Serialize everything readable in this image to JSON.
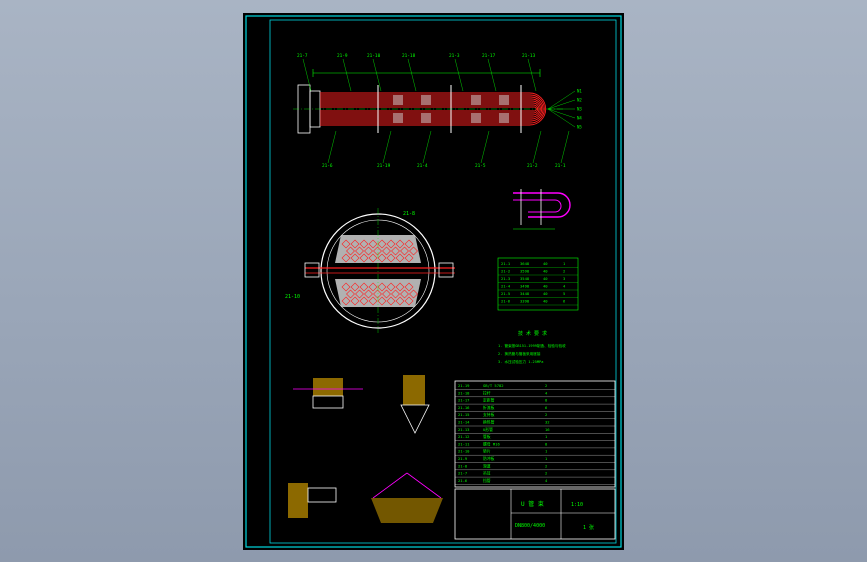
{
  "colors": {
    "background": "#9aa6b8",
    "sheet": "#000000",
    "frame": "#00d8e0",
    "annotation": "#00ff00",
    "tube": "#ff2020",
    "accent": "#ff00ff",
    "outline": "#ffffff",
    "fill": "#d0d0d0",
    "hatch": "#ffc000"
  },
  "callouts_top": [
    "21-7",
    "21-9",
    "21-10",
    "21-18",
    "21-3",
    "21-17",
    "21-13"
  ],
  "callouts_bottom": [
    "21-6",
    "21-19",
    "21-4",
    "21-5",
    "21-2",
    "21-1"
  ],
  "nozzle_labels": [
    "N1",
    "N2",
    "N3",
    "N4",
    "N5"
  ],
  "section_tags": [
    "21-10",
    "21-8"
  ],
  "table_small": {
    "rows": [
      [
        "21-1",
        "3648",
        "40",
        "1"
      ],
      [
        "21-2",
        "3598",
        "40",
        "2"
      ],
      [
        "21-3",
        "3548",
        "40",
        "3"
      ],
      [
        "21-4",
        "3498",
        "40",
        "4"
      ],
      [
        "21-5",
        "3448",
        "40",
        "5"
      ],
      [
        "21-6",
        "3398",
        "40",
        "6"
      ]
    ]
  },
  "notes_title": "技 术 要 求",
  "notes": [
    "1. 管束按GB151-1999制造、检验与验收",
    "2. 换热管与管板采用胀接",
    "3. 水压试验压力 1.25MPa"
  ],
  "bom_rows": [
    [
      "21-19",
      "GB/T 5782",
      "2"
    ],
    [
      "21-18",
      "拉杆",
      "4"
    ],
    [
      "21-17",
      "定距管",
      "8"
    ],
    [
      "21-16",
      "折流板",
      "6"
    ],
    [
      "21-15",
      "支持板",
      "2"
    ],
    [
      "21-14",
      "换热管",
      "32"
    ],
    [
      "21-13",
      "U形管",
      "16"
    ],
    [
      "21-12",
      "管板",
      "1"
    ],
    [
      "21-11",
      "螺母 M16",
      "8"
    ],
    [
      "21-10",
      "垫片",
      "1"
    ],
    [
      "21-9",
      "防冲板",
      "1"
    ],
    [
      "21-8",
      "滑道",
      "2"
    ],
    [
      "21-7",
      "吊耳",
      "2"
    ],
    [
      "21-6",
      "挡管",
      "4"
    ]
  ],
  "title_block": {
    "name": "U 管 束",
    "scale": "1:10",
    "drawing_no": "DN800/4000",
    "sheet": "1 张"
  }
}
